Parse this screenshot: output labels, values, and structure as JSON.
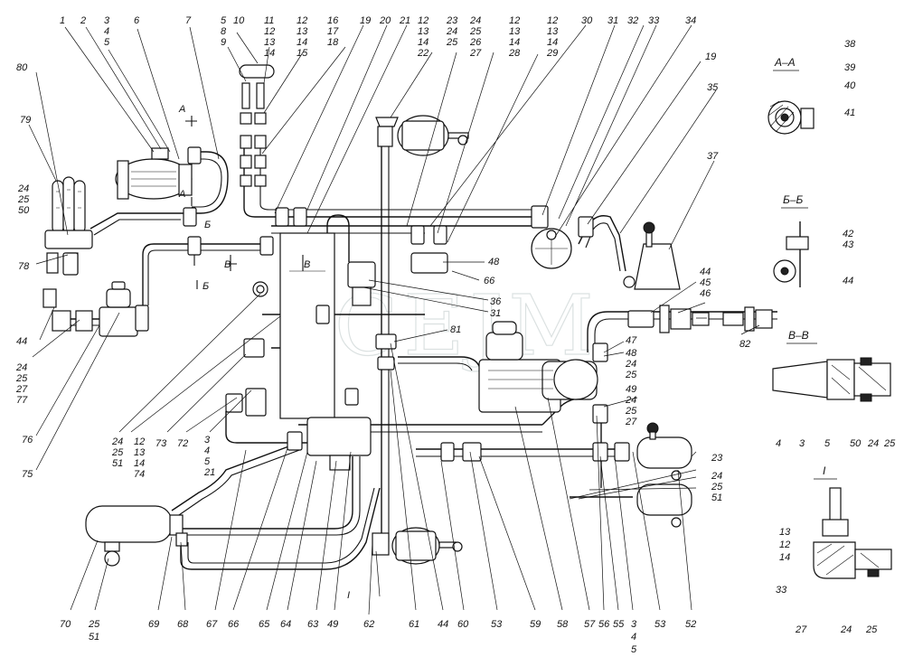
{
  "watermark": "CEJM",
  "callouts_top": {
    "c1": "1",
    "c2": "2",
    "c3": "3",
    "c4": "4",
    "c5": "5",
    "c6": "6",
    "c7": "7",
    "c8a": "5",
    "c8b": "8",
    "c8c": "9",
    "c10": "10",
    "c11a": "11",
    "c11b": "12",
    "c11c": "13",
    "c11d": "14",
    "c12a": "12",
    "c12b": "13",
    "c12c": "14",
    "c12d": "15",
    "c16a": "16",
    "c16b": "17",
    "c16c": "18",
    "c19": "19",
    "c20": "20",
    "c21": "21",
    "c22a": "12",
    "c22b": "13",
    "c22c": "14",
    "c22d": "22",
    "c23a": "23",
    "c23b": "24",
    "c23c": "25",
    "c24a": "24",
    "c24b": "25",
    "c24c": "26",
    "c24d": "27",
    "c28a": "12",
    "c28b": "13",
    "c28c": "14",
    "c28d": "28",
    "c29a": "12",
    "c29b": "13",
    "c29c": "14",
    "c29d": "29",
    "c30": "30",
    "c31": "31",
    "c32": "32",
    "c33": "33",
    "c34": "34",
    "c19b": "19",
    "c35": "35",
    "c37": "37"
  },
  "callouts_left": {
    "c80": "80",
    "c79": "79",
    "c24l1": "24",
    "c25l1": "25",
    "c50l1": "50",
    "c78": "78",
    "c44l": "44",
    "c24l2": "24",
    "c25l2": "25",
    "c27l2": "27",
    "c77": "77",
    "c76": "76",
    "c75": "75"
  },
  "callouts_bottom": {
    "cb1a": "24",
    "cb1b": "25",
    "cb1c": "51",
    "cb2a": "12",
    "cb2b": "13",
    "cb2c": "14",
    "cb2d": "74",
    "c73": "73",
    "c72": "72",
    "cb3a": "3",
    "cb3b": "4",
    "cb3c": "5",
    "cb3d": "21",
    "c70": "70",
    "cb70a": "25",
    "cb70b": "51",
    "c69": "69",
    "c68": "68",
    "c67": "67",
    "c66b": "66",
    "c65": "65",
    "c64": "64",
    "c63": "63",
    "c49b": "49",
    "c62": "62",
    "cI": "I",
    "c61": "61",
    "c44b": "44",
    "c60": "60",
    "c53a": "53",
    "c59": "59",
    "c58": "58",
    "c57": "57",
    "c56": "56",
    "c55": "55",
    "cb4a": "3",
    "cb4b": "4",
    "cb4c": "5",
    "c53b": "53",
    "c52": "52"
  },
  "callouts_mid": {
    "c48a": "48",
    "c66": "66",
    "c36": "36",
    "c31m": "31",
    "c81": "81",
    "c47": "47",
    "c48b": "48",
    "c24m": "24",
    "c25m": "25",
    "c49": "49",
    "c24n": "24",
    "c25n": "25",
    "c27n": "27",
    "c44m": "44",
    "c45m": "45",
    "c46m": "46",
    "c82": "82",
    "c23r": "23",
    "c24r": "24",
    "c25r": "25",
    "c51r": "51",
    "arrA": "A",
    "arrA2": "A",
    "arrB": "Б",
    "arrB2": "Б",
    "arrV": "В",
    "arrV2": "В"
  },
  "sections": {
    "aa": {
      "title": "А–А",
      "n38": "38",
      "n39": "39",
      "n40": "40",
      "n41": "41"
    },
    "bb": {
      "title": "Б–Б",
      "n42": "42",
      "n43": "43",
      "n44": "44"
    },
    "vv": {
      "title": "В–В",
      "n4": "4",
      "n3": "3",
      "n5": "5",
      "n50": "50",
      "n24": "24",
      "n25": "25"
    },
    "one": {
      "title": "I",
      "n13": "13",
      "n12": "12",
      "n14": "14",
      "n33": "33",
      "n27": "27",
      "n24": "24",
      "n25": "25"
    }
  }
}
